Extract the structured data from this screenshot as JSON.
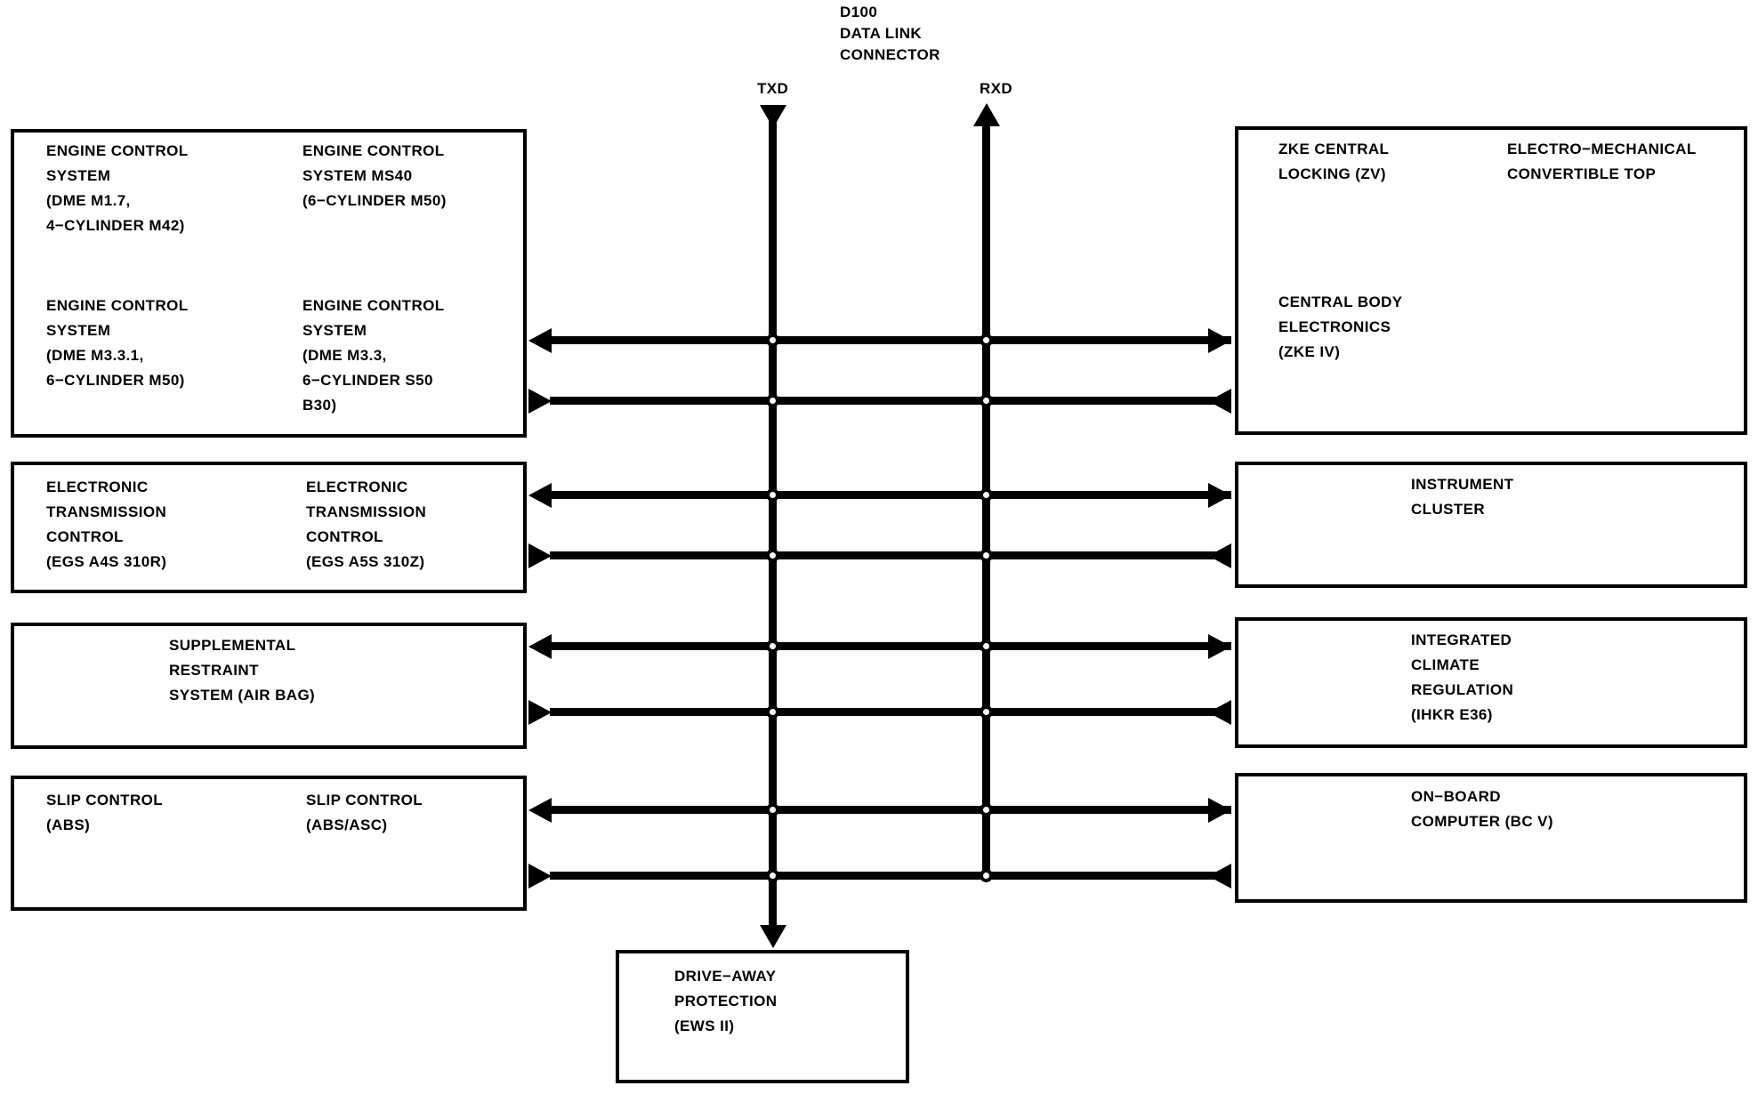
{
  "diagram": {
    "title_block": {
      "id": "D100",
      "line2": "DATA LINK",
      "line3": "CONNECTOR"
    },
    "bus_lines": [
      {
        "name": "TXD",
        "label": "TXD",
        "direction": "down"
      },
      {
        "name": "RXD",
        "label": "RXD",
        "direction": "up"
      }
    ],
    "left_modules": [
      {
        "name": "engine-control",
        "columns": [
          [
            "ENGINE CONTROL",
            "SYSTEM",
            "(DME M1.7,",
            "4−CYLINDER M42)"
          ],
          [
            "ENGINE CONTROL",
            "SYSTEM MS40",
            "(6−CYLINDER M50)"
          ]
        ],
        "columns_lower": [
          [
            "ENGINE CONTROL",
            "SYSTEM",
            "(DME M3.3.1,",
            "6−CYLINDER M50)"
          ],
          [
            "ENGINE CONTROL",
            "SYSTEM",
            "(DME M3.3,",
            "6−CYLINDER S50",
            "B30)"
          ]
        ]
      },
      {
        "name": "transmission-control",
        "columns": [
          [
            "ELECTRONIC",
            "TRANSMISSION",
            "CONTROL",
            "(EGS A4S 310R)"
          ],
          [
            "ELECTRONIC",
            "TRANSMISSION",
            "CONTROL",
            "(EGS A5S 310Z)"
          ]
        ]
      },
      {
        "name": "airbag",
        "columns": [
          [
            "SUPPLEMENTAL",
            "RESTRAINT",
            "SYSTEM (AIR BAG)"
          ]
        ]
      },
      {
        "name": "slip-control",
        "columns": [
          [
            "SLIP CONTROL",
            "(ABS)"
          ],
          [
            "SLIP CONTROL",
            "(ABS/ASC)"
          ]
        ]
      }
    ],
    "right_modules": [
      {
        "name": "body-electronics",
        "columns": [
          [
            "ZKE CENTRAL",
            "LOCKING (ZV)"
          ],
          [
            "ELECTRO−MECHANICAL",
            "CONVERTIBLE TOP"
          ]
        ],
        "columns_lower": [
          [
            "CENTRAL BODY",
            "ELECTRONICS",
            "(ZKE IV)"
          ]
        ]
      },
      {
        "name": "instrument-cluster",
        "columns": [
          [
            "INSTRUMENT",
            "CLUSTER"
          ]
        ]
      },
      {
        "name": "climate-regulation",
        "columns": [
          [
            "INTEGRATED",
            "CLIMATE",
            "REGULATION",
            "(IHKR E36)"
          ]
        ]
      },
      {
        "name": "on-board-computer",
        "columns": [
          [
            "ON−BOARD",
            "COMPUTER (BC V)"
          ]
        ]
      }
    ],
    "bottom_module": {
      "name": "drive-away-protection",
      "lines": [
        "DRIVE−AWAY",
        "PROTECTION",
        "(EWS II)"
      ]
    },
    "text": {
      "d100": "D100",
      "data_link": "DATA LINK",
      "connector": "CONNECTOR",
      "txd": "TXD",
      "rxd": "RXD",
      "ecs1_l1": "ENGINE CONTROL",
      "ecs1_l2": "SYSTEM",
      "ecs1_l3": "(DME M1.7,",
      "ecs1_l4": "4−CYLINDER M42)",
      "ecs2_l1": "ENGINE CONTROL",
      "ecs2_l2": "SYSTEM MS40",
      "ecs2_l3": "(6−CYLINDER M50)",
      "ecs3_l1": "ENGINE CONTROL",
      "ecs3_l2": "SYSTEM",
      "ecs3_l3": "(DME M3.3.1,",
      "ecs3_l4": "6−CYLINDER M50)",
      "ecs4_l1": "ENGINE CONTROL",
      "ecs4_l2": "SYSTEM",
      "ecs4_l3": "(DME M3.3,",
      "ecs4_l4": "6−CYLINDER S50",
      "ecs4_l5": "B30)",
      "etc1_l1": "ELECTRONIC",
      "etc1_l2": "TRANSMISSION",
      "etc1_l3": "CONTROL",
      "etc1_l4": "(EGS A4S 310R)",
      "etc2_l1": "ELECTRONIC",
      "etc2_l2": "TRANSMISSION",
      "etc2_l3": "CONTROL",
      "etc2_l4": "(EGS A5S 310Z)",
      "srs_l1": "SUPPLEMENTAL",
      "srs_l2": "RESTRAINT",
      "srs_l3": "SYSTEM (AIR BAG)",
      "abs1_l1": "SLIP CONTROL",
      "abs1_l2": "(ABS)",
      "abs2_l1": "SLIP CONTROL",
      "abs2_l2": "(ABS/ASC)",
      "zke_l1": "ZKE CENTRAL",
      "zke_l2": "LOCKING (ZV)",
      "emc_l1": "ELECTRO−MECHANICAL",
      "emc_l2": "CONVERTIBLE TOP",
      "cbe_l1": "CENTRAL BODY",
      "cbe_l2": "ELECTRONICS",
      "cbe_l3": "(ZKE IV)",
      "ic_l1": "INSTRUMENT",
      "ic_l2": "CLUSTER",
      "ihkr_l1": "INTEGRATED",
      "ihkr_l2": "CLIMATE",
      "ihkr_l3": "REGULATION",
      "ihkr_l4": "(IHKR E36)",
      "obc_l1": "ON−BOARD",
      "obc_l2": "COMPUTER (BC V)",
      "ews_l1": "DRIVE−AWAY",
      "ews_l2": "PROTECTION",
      "ews_l3": "(EWS II)"
    },
    "colors": {
      "ink": "#000000",
      "paper": "#ffffff"
    }
  }
}
